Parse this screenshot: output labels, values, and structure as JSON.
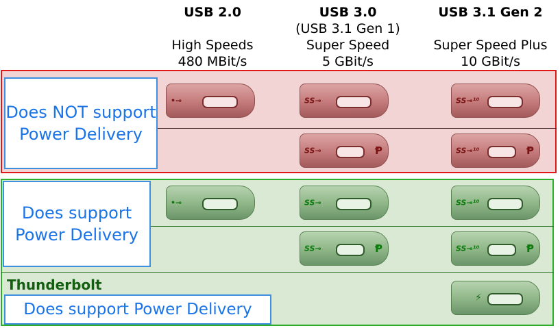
{
  "columns": [
    {
      "title": "USB 2.0",
      "sub1": "",
      "sub2": "High Speeds",
      "sub3": "480 MBit/s"
    },
    {
      "title": "USB 3.0",
      "sub1": "(USB 3.1 Gen 1)",
      "sub2": "Super Speed",
      "sub3": "5 GBit/s"
    },
    {
      "title": "USB 3.1 Gen 2",
      "sub1": "",
      "sub2": "Super Speed Plus",
      "sub3": "10 GBit/s"
    }
  ],
  "labels": {
    "no_pd": "Does NOT support Power Delivery",
    "pd": "Does support Power Delivery",
    "thunderbolt_title": "Thunderbolt",
    "thunderbolt_pd": "Does support Power Delivery"
  },
  "icons": {
    "usb2": "usb-trident-icon",
    "usb3": "usb-superspeed-icon",
    "usb31": "usb-superspeed-plus-icon",
    "pd": "power-delivery-icon",
    "thunderbolt": "thunderbolt-bolt-icon"
  },
  "logo_text": {
    "usb2": "•⊸",
    "ss": "SS⊸",
    "ss10": "SS⊸¹⁰",
    "pd": "Ᵽ",
    "bolt": "⚡"
  },
  "colors": {
    "no_pd_band": "#f2d4d4",
    "no_pd_border": "#e01818",
    "pd_band": "#d9e9d4",
    "pd_border": "#2fae2a",
    "label_text": "#1a74e8",
    "thunderbolt_text": "#145e12"
  }
}
